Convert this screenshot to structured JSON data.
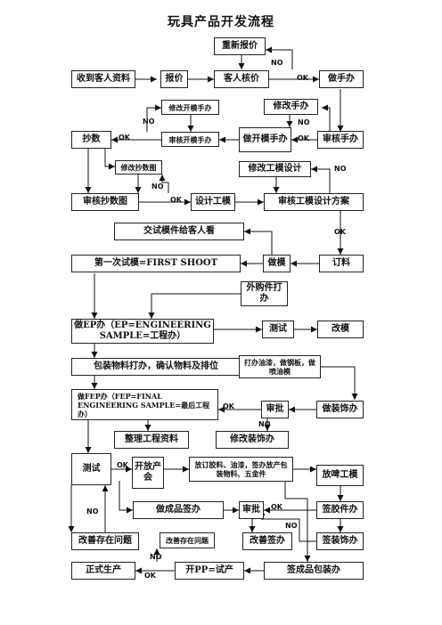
{
  "title": "玩具产品开发流程",
  "nodes": {
    "reprice": "重新报价",
    "receive_data": "收到客人资料",
    "quote": "报价",
    "customer_check": "客人核价",
    "make_sample": "做手办",
    "modify_open_sample": "修改开模手办",
    "modify_sample": "修改手办",
    "copy_draw": "抄数",
    "review_open_sample": "审核开模手办",
    "make_open_sample": "做开模手办",
    "review_sample": "审核手办",
    "modify_copy_draw": "修改抄数图",
    "modify_mold_design": "修改工模设计",
    "review_copy_draw": "审核抄数图",
    "design_mold": "设计工模",
    "review_mold_design": "审核工模设计方案",
    "show_customer": "交试模件给客人看",
    "first_shoot": "第一次试模=FIRST SHOOT",
    "make_mold": "做模",
    "order_material": "订料",
    "outsource": "外购件打办",
    "ep_sample": "做EP办（EP=ENGINEERING SAMPLE=工程办）",
    "test1": "测试",
    "modify_mold": "改模",
    "packaging": "包装物料打办，确认物料及排位",
    "paint_print": "打办油漆，做钢板，做喷油模",
    "fep_sample": "做FEP办（FEP=FINAL ENGINEERING SAMPLE=最后工程办）",
    "review1": "审批",
    "deco_sample": "做装饰办",
    "eng_data": "整理工程资料",
    "modify_deco": "修改装饰办",
    "test2": "测试",
    "production_meeting": "开放产会",
    "release_orders": "放订胶料、油漆，签办放产包装物料、五金件",
    "release_mold": "放啤工模",
    "finished_sign": "做成品签办",
    "review2": "审批",
    "sign_plastic": "签胶件办",
    "improve_issue": "改善存在问题",
    "improve_issue2": "改善存在问题",
    "improve_sign": "改善签办",
    "sign_deco": "签装饰办",
    "mass_production": "正式生产",
    "pp_trial": "开PP=试产",
    "sign_package": "签成品包装办"
  },
  "labels": {
    "no_reprice": "NO",
    "ok_check": "OK",
    "no_open": "NO",
    "ok_copy": "OK",
    "no_sample": "NO",
    "ok_sample": "OK",
    "no_copy_draw": "NO",
    "no_mold_design": "NO",
    "ok_copy_draw": "OK",
    "ok_mold_design": "OK",
    "ok_review1": "OK",
    "no_review1": "NO",
    "ok_test2": "OK",
    "no_test2": "NO",
    "ok_review2": "OK",
    "no_review2": "NO",
    "no_pp": "NO",
    "ok_pp": "OK"
  }
}
